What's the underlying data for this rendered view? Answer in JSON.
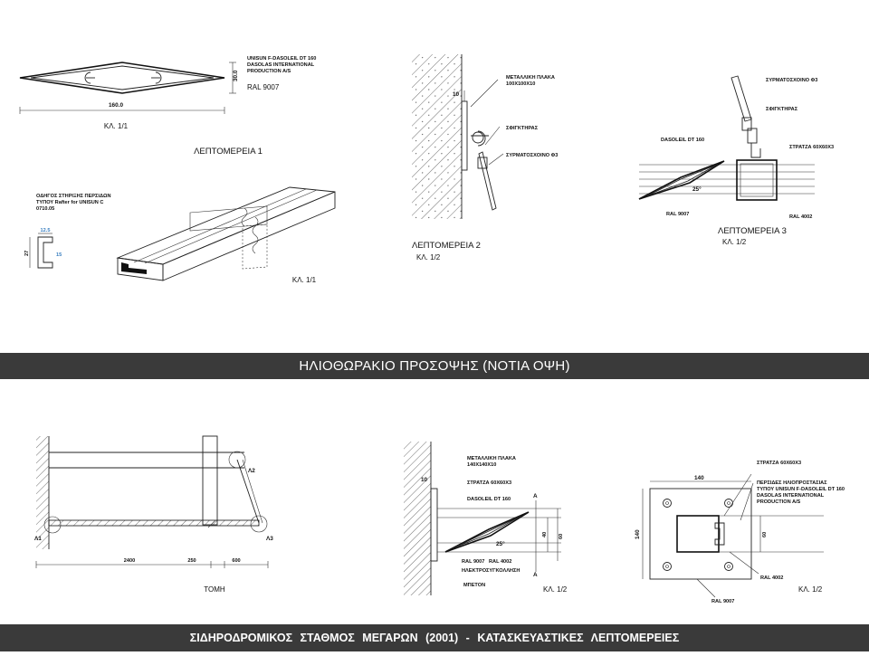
{
  "middle_title": "ΗΛΙΟΘΩΡΑΚΙΟ ΠΡΟΣΟΨΗΣ (ΝΟΤΙΑ ΟΨΗ)",
  "bottom_title": "ΣΙΔΗΡΟΔΡΟΜΙΚΟΣ ΣΤΑΘΜΟΣ ΜΕΓΑΡΩΝ (2001) - ΚΑΤΑΣΚΕΥΑΣΤΙΚΕΣ ΛΕΠΤΟΜΕΡΕΙΕΣ",
  "detail1": {
    "title": "ΛΕΠΤΟΜΕΡΕΙΑ 1",
    "spec_lines": [
      "UNISUN F-DASOLEIL DT 160",
      "DASOLAS INTERNATIONAL",
      "PRODUCTION A/S"
    ],
    "ral": "RAL 9007",
    "dim_width": "160.0",
    "dim_height": "30.0",
    "scale_top": "ΚΛ. 1/1",
    "rail_lines": [
      "ΟΔΗΓΟΣ ΣΤΗΡΙΞΗΣ ΠΕΡΣΙΔΩΝ",
      "ΤΥΠΟΥ Rafter for UNISUN C",
      "0710.05"
    ],
    "rail_dim_top": "12.5",
    "rail_dim_side": "27",
    "rail_dim_inner": "15",
    "scale_bottom": "ΚΛ. 1/1"
  },
  "detail2": {
    "title": "ΛΕΠΤΟΜΕΡΕΙΑ 2",
    "scale": "ΚΛ. 1/2",
    "plate_lines": [
      "ΜΕΤΑΛΛΙΚΗ ΠΛΑΚΑ",
      "100X100X10"
    ],
    "dim": "10",
    "clamp": "ΣΦΙΓΚΤΗΡΑΣ",
    "cable": "ΣΥΡΜΑΤΟΣΧΟΙΝΟ Φ3"
  },
  "detail3": {
    "title": "ΛΕΠΤΟΜΕΡΕΙΑ 3",
    "scale": "ΚΛ. 1/2",
    "cable": "ΣΥΡΜΑΤΟΣΧΟΙΝΟ Φ3",
    "clamp": "ΣΦΙΓΚΤΗΡΑΣ",
    "dasoleil": "DASOLEIL DT 160",
    "beam": "ΣΤΡΑΤΖΑ 60X60X3",
    "ral_a": "RAL 9007",
    "ral_b": "RAL 4002",
    "angle": "25°"
  },
  "section": {
    "label": "ΤΟΜΗ",
    "d1": "2400",
    "d2": "250",
    "d3": "600",
    "l1": "Λ1",
    "l2": "Λ2",
    "l3": "Λ3"
  },
  "detail4": {
    "plate_lines": [
      "ΜΕΤΑΛΛΙΚΗ ΠΛΑΚΑ",
      "140X140X10"
    ],
    "beam": "ΣΤΡΑΤΖΑ 60X60X3",
    "dasoleil": "DASOLEIL DT 160",
    "dim_10": "10",
    "dim_40": "40",
    "dim_60": "60",
    "angle": "25°",
    "ral_a": "RAL 9007",
    "ral_b": "RAL 4002",
    "weld": "ΗΛΕΚΤΡΟΣΥΓΚΟΛΛΗΣΗ",
    "concrete": "ΜΠΕΤΟΝ",
    "section_mark": "A",
    "scale": "ΚΛ. 1/2"
  },
  "detail5": {
    "dim_top": "140",
    "dim_side": "140",
    "dim_inner": "60",
    "beam": "ΣΤΡΑΤΖΑ 60X60X3",
    "spec_lines": [
      "ΠΕΡΣΙΔΕΣ ΗΛΙΟΠΡΟΣΤΑΣΙΑΣ",
      "ΤΥΠΟΥ UNISUN F-DASOLEIL DT 160",
      "DASOLAS INTERNATIONAL",
      "PRODUCTION A/S"
    ],
    "ral_a": "RAL 4002",
    "ral_b": "RAL 9007",
    "scale": "ΚΛ. 1/2"
  }
}
